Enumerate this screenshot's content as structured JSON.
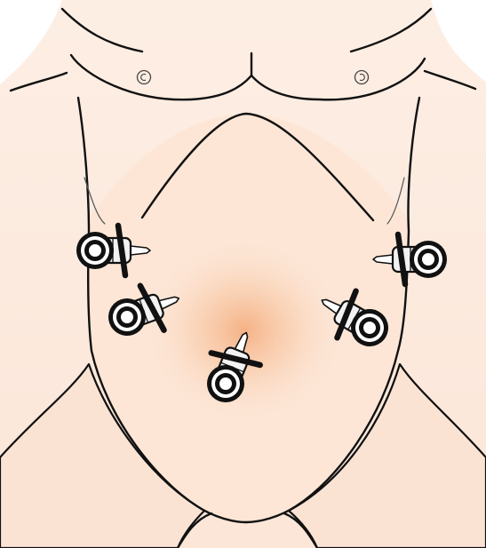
{
  "figure": {
    "subject": "torso",
    "colors": {
      "skin": "#fde9dc",
      "skin_shadow": "#f9dccb",
      "glow": "#f2a06a",
      "outline": "#111111",
      "port_body": "#f2f2f2",
      "port_ring": "#111111",
      "port_lumen": "#ffffff"
    },
    "trocars": [
      {
        "name": "trocar-right-upper",
        "angle": 0
      },
      {
        "name": "trocar-right-lower",
        "angle": -20
      },
      {
        "name": "trocar-umbilical",
        "angle": -65
      },
      {
        "name": "trocar-left-lower",
        "angle": -145
      },
      {
        "name": "trocar-left-upper",
        "angle": 180
      }
    ]
  }
}
